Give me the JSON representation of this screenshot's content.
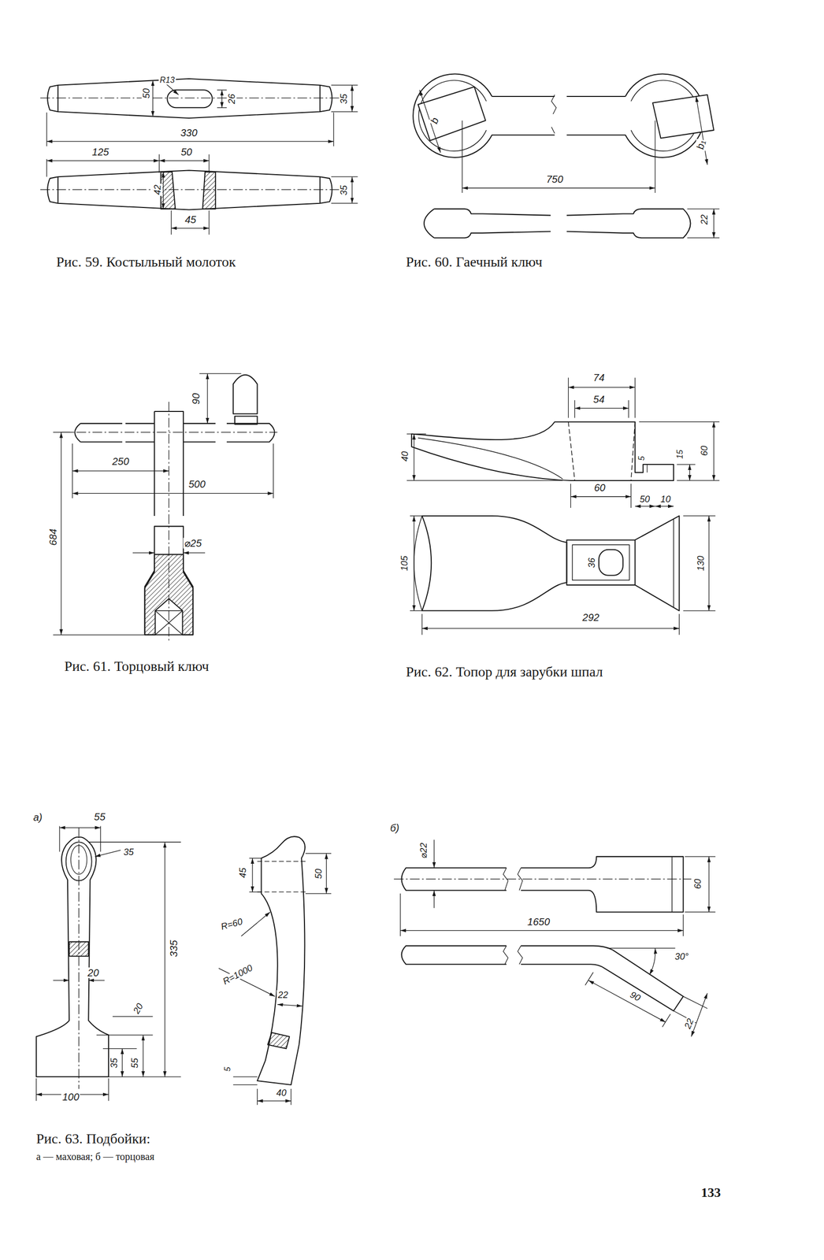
{
  "diagram": {
    "labels": [
      "50",
      "R13",
      "26",
      "35",
      "330",
      "125",
      "50",
      "42",
      "35",
      "45",
      "Рис. 59. Костыльный молоток",
      "b",
      "b₁",
      "750",
      "22",
      "Рис. 60. Гаечный ключ",
      "90",
      "250",
      "500",
      "684",
      "⌀25",
      "Рис. 61. Торцовый ключ",
      "74",
      "54",
      "40",
      "60",
      "15",
      "5",
      "60",
      "50",
      "10",
      "105",
      "36",
      "130",
      "292",
      "Рис. 62. Топор для зарубки шпал",
      "а)",
      "55",
      "35",
      "335",
      "20",
      "20",
      "35",
      "55",
      "100",
      "45",
      "50",
      "R=60",
      "R=1000",
      "22",
      "5",
      "40",
      "б)",
      "⌀22",
      "60",
      "1650",
      "30°",
      "90",
      "22",
      "Рис. 63. Подбойки:",
      "а — маховая; б — торцовая",
      "133"
    ]
  }
}
